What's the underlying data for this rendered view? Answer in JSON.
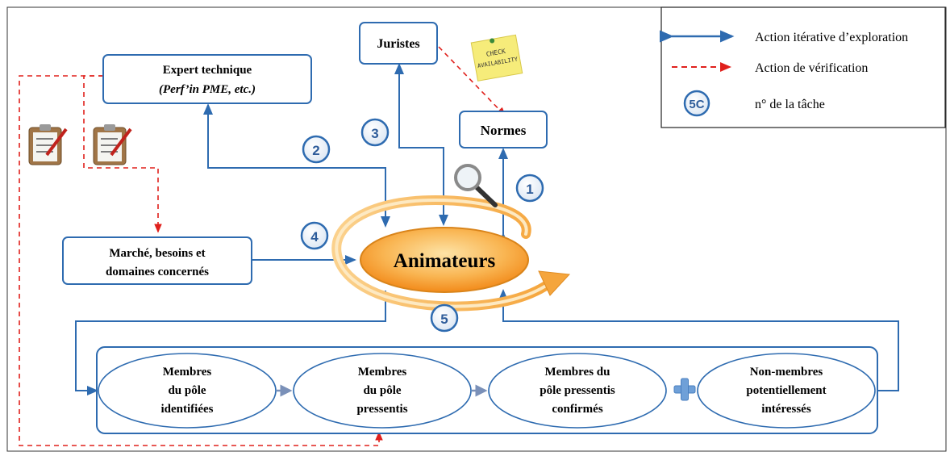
{
  "diagram": {
    "nodes": {
      "expert_line1": "Expert technique",
      "expert_line2": "(Perf’in PME, etc.)",
      "juristes": "Juristes",
      "normes": "Normes",
      "marche_line1": "Marché, besoins et",
      "marche_line2": "domaines concernés",
      "animateurs": "Animateurs"
    },
    "members": [
      {
        "lines": [
          "Membres",
          "du pôle",
          "identifiées"
        ]
      },
      {
        "lines": [
          "Membres",
          "du pôle",
          "pressentis"
        ]
      },
      {
        "lines": [
          "Membres du",
          "pôle pressentis",
          "confirmés"
        ]
      },
      {
        "lines": [
          "Non-membres",
          "potentiellement",
          "intéressés"
        ]
      }
    ],
    "task_numbers": [
      "1",
      "2",
      "3",
      "4",
      "5"
    ],
    "check_note": {
      "line1": "CHECK",
      "line2": "AVAILABILITY"
    }
  },
  "legend": {
    "iterative_label": "Action itérative d’exploration",
    "verification_label": "Action de vérification",
    "task_badge": "5C",
    "task_label": "n° de la tâche"
  },
  "colors": {
    "blue": "#2e6bb0",
    "blue_dark": "#1f4e8c",
    "red": "#e0201c",
    "orange": "#f7a23a",
    "orange_light": "#fcd48a",
    "note_yellow": "#f6ec7a"
  }
}
